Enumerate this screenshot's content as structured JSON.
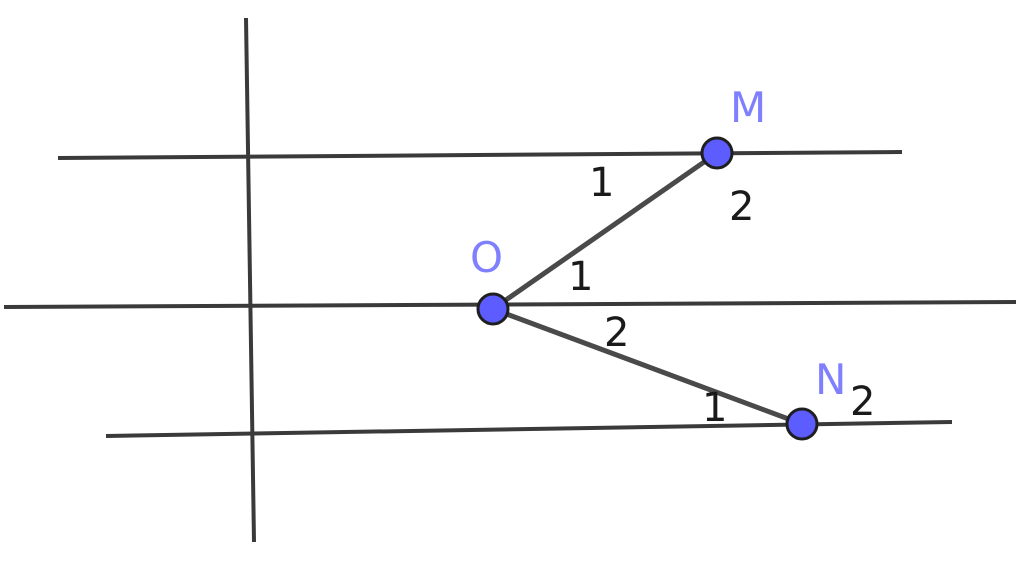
{
  "diagram": {
    "points": {
      "m": {
        "label": "M"
      },
      "o": {
        "label": "O"
      },
      "n": {
        "label": "N"
      }
    },
    "angle_labels": {
      "m_left": "1",
      "m_right": "2",
      "o_upper": "1",
      "o_lower": "2",
      "n_left": "1",
      "n_right": "2"
    },
    "colors": {
      "point_fill": "#5c5cff",
      "point_label": "#8080ff",
      "lines": "#3a3a3a"
    }
  }
}
